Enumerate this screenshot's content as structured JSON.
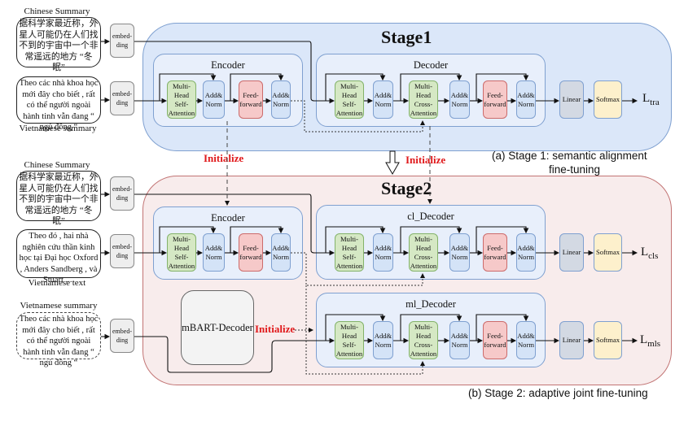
{
  "stage1": {
    "title": "Stage1",
    "caption_line1": "(a) Stage 1: semantic alignment",
    "caption_line2": "fine-tuning",
    "inputs": [
      {
        "caption": "Chinese Summary",
        "text": "据科学家最近称，外星人可能仍在人们找不到的宇宙中一个非常遥远的地方 “冬眠”"
      },
      {
        "caption": "Vietnamese summary",
        "text": "Theo các nhà khoa học mới đây cho biết , rất có thể người ngoài hành tinh vẫn đang “ ngủ đông “"
      }
    ],
    "encoder": {
      "label": "Encoder",
      "blocks": [
        "Multi-Head Self-Attention",
        "Add& Norm",
        "Feed-forward",
        "Add& Norm"
      ]
    },
    "decoder": {
      "label": "Decoder",
      "blocks": [
        "Multi-Head Self-Attention",
        "Add& Norm",
        "Multi-Head Cross-Attention",
        "Add& Norm",
        "Feed-forward",
        "Add& Norm"
      ]
    },
    "head": {
      "linear": "Linear",
      "softmax": "Softmax",
      "loss": "L",
      "loss_sub": "tra"
    }
  },
  "stage2": {
    "title": "Stage2",
    "caption": "(b) Stage 2: adaptive joint fine-tuning",
    "inputs": [
      {
        "caption": "Chinese Summary",
        "text": "据科学家最近称，外星人可能仍在人们找不到的宇宙中一个非常遥远的地方 “冬眠”"
      },
      {
        "caption": "Vietnamese text",
        "text": "Theo đó , hai nhà nghiên cứu thần kinh học tại Đại học Oxford , Anders Sandberg , và Stuart ...."
      },
      {
        "caption": "Vietnamese summary",
        "text": "Theo các nhà khoa học mới đây cho biết , rất có thể người ngoài hành tinh vẫn đang “ ngủ đông “"
      }
    ],
    "encoder": {
      "label": "Encoder",
      "blocks": [
        "Multi-Head Self-Attention",
        "Add& Norm",
        "Feed-forward",
        "Add& Norm"
      ]
    },
    "cl_decoder": {
      "label": "cl_Decoder",
      "blocks": [
        "Multi-Head Self-Attention",
        "Add& Norm",
        "Multi-Head Cross-Attention",
        "Add& Norm",
        "Feed-forward",
        "Add& Norm"
      ]
    },
    "ml_decoder": {
      "label": "ml_Decoder",
      "blocks": [
        "Multi-Head Self-Attention",
        "Add& Norm",
        "Multi-Head Cross-Attention",
        "Add& Norm",
        "Feed-forward",
        "Add& Norm"
      ]
    },
    "mbart": "mBART-Decoder",
    "head_cls": {
      "linear": "Linear",
      "softmax": "Softmax",
      "loss": "L",
      "loss_sub": "cls"
    },
    "head_mls": {
      "linear": "Linear",
      "softmax": "Softmax",
      "loss": "L",
      "loss_sub": "mls"
    }
  },
  "embedding_label": "embed-ding",
  "initialize_label": "Initialize",
  "colors": {
    "stage1_bg": "#dbe7f9",
    "stage2_bg": "#f8ecec",
    "attention": "#d5e8c4",
    "add_norm": "#d4e3f7",
    "feed_forward": "#f6c9c9",
    "linear": "#d3d9e3",
    "softmax": "#fdf0cc",
    "initialize": "#e0191b"
  }
}
